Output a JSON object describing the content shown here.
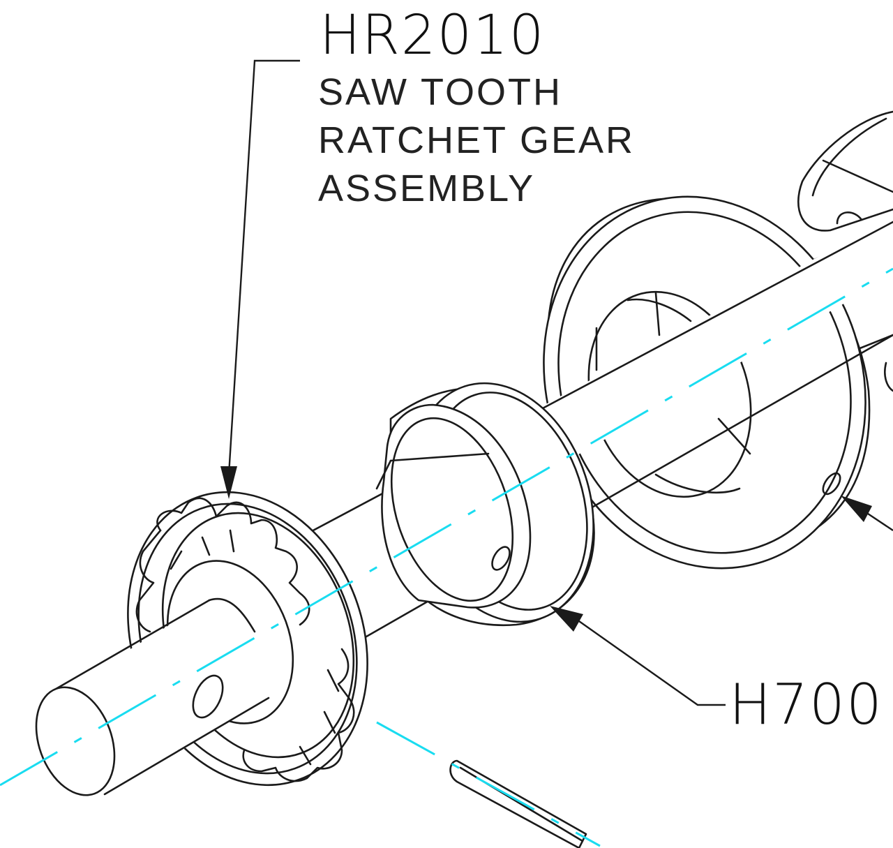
{
  "callouts": {
    "ratchet": {
      "part_number": "HR2010",
      "description": [
        "SAW TOOTH",
        "RATCHET GEAR",
        "ASSEMBLY"
      ]
    },
    "second": {
      "part_number": "H700"
    }
  },
  "colors": {
    "linework": "#1a1a1a",
    "centerline": "#19dcf0",
    "background": "#ffffff"
  }
}
